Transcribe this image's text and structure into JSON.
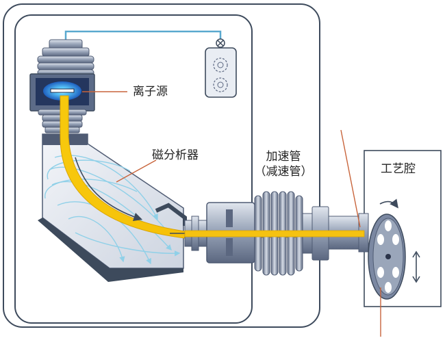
{
  "labels": {
    "ion_source": "离子源",
    "magnetic_analyzer": "磁分析器",
    "accelerator_line1": "加速管",
    "accelerator_line2": "（减速管）",
    "process_chamber": "工艺腔"
  },
  "colors": {
    "frame_outline": "#3d4a5c",
    "beam": "#f5c211",
    "beam_edge": "#d9a406",
    "metal_light": "#c7d0de",
    "metal_mid": "#8c99ae",
    "metal_dark": "#4f5b73",
    "field_lines": "#8fd0e8",
    "gas_line": "#5aa9cf",
    "pointer_line": "#c8643b",
    "plasma": "#1e90ff"
  },
  "icons": [
    "valve-icon",
    "gas-bottle-icon",
    "rotation-arrow-icon",
    "vertical-motion-arrow-icon"
  ]
}
